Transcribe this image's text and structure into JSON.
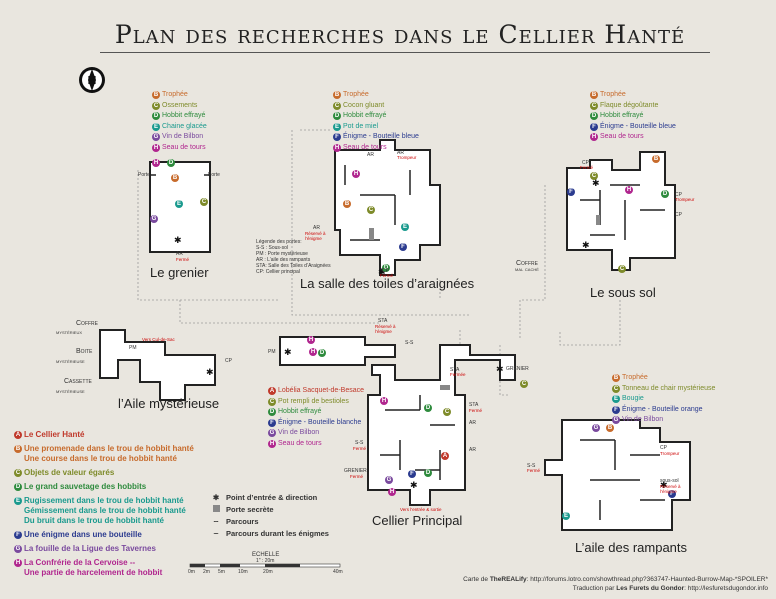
{
  "title": "Plan des recherches dans le Cellier Hanté",
  "colors": {
    "A": "#c0392b",
    "B": "#c76b2c",
    "C": "#7e8b2a",
    "D": "#2e8b3d",
    "E": "#1a9a8e",
    "F": "#2b3b8f",
    "G": "#7a4a9e",
    "H": "#b0268e"
  },
  "rooms": {
    "grenier": "Le grenier",
    "toiles": "La salle des toiles d’araignées",
    "sous_sol": "Le sous sol",
    "aile_myst": "l’Aile mystérieuse",
    "cellier": "Cellier Principal",
    "rampants": "L’aile des rampants"
  },
  "legend_grenier": [
    {
      "letter": "B",
      "text": "Trophée"
    },
    {
      "letter": "C",
      "text": "Ossements"
    },
    {
      "letter": "D",
      "text": "Hobbit effrayé"
    },
    {
      "letter": "E",
      "text": "Chaine glacée"
    },
    {
      "letter": "G",
      "text": "Vin de Bilbon"
    },
    {
      "letter": "H",
      "text": "Seau de tours"
    }
  ],
  "legend_toiles": [
    {
      "letter": "B",
      "text": "Trophée"
    },
    {
      "letter": "C",
      "text": "Cocon gluant"
    },
    {
      "letter": "D",
      "text": "Hobbit effrayé"
    },
    {
      "letter": "E",
      "text": "Pot de miel"
    },
    {
      "letter": "F",
      "text": "Énigme - Bouteille bleue"
    },
    {
      "letter": "H",
      "text": "Seau de tours"
    }
  ],
  "legend_soussol": [
    {
      "letter": "B",
      "text": "Trophée"
    },
    {
      "letter": "C",
      "text": "Flaque dégoûtante"
    },
    {
      "letter": "D",
      "text": "Hobbit effrayé"
    },
    {
      "letter": "F",
      "text": "Énigme - Bouteille bleue"
    },
    {
      "letter": "H",
      "text": "Seau de tours"
    }
  ],
  "legend_cellier": [
    {
      "letter": "A",
      "text": "Lobélia Sacquet-de-Besace"
    },
    {
      "letter": "C",
      "text": "Pot rempli de bestioles"
    },
    {
      "letter": "D",
      "text": "Hobbit effrayé"
    },
    {
      "letter": "F",
      "text": "Énigme - Bouteille blanche"
    },
    {
      "letter": "G",
      "text": "Vin de Bilbon"
    },
    {
      "letter": "H",
      "text": "Seau de tours"
    }
  ],
  "legend_rampants": [
    {
      "letter": "B",
      "text": "Trophée"
    },
    {
      "letter": "C",
      "text": "Tonneau de chair mystérieuse"
    },
    {
      "letter": "E",
      "text": "Bougie"
    },
    {
      "letter": "F",
      "text": "Énigme - Bouteille orange"
    },
    {
      "letter": "G",
      "text": "Vin de Bilbon"
    }
  ],
  "main_legend": [
    {
      "letter": "A",
      "lines": [
        "Le Cellier Hanté"
      ]
    },
    {
      "letter": "B",
      "lines": [
        "Une promenade dans le trou de hobbit hanté",
        "Une course dans le trou de hobbit hanté"
      ]
    },
    {
      "letter": "C",
      "lines": [
        "Objets de valeur égarés"
      ]
    },
    {
      "letter": "D",
      "lines": [
        "Le grand sauvetage des hobbits"
      ]
    },
    {
      "letter": "E",
      "lines": [
        "Rugissement dans le trou de hobbit hanté",
        "Gémissement dans le trou de hobbit hanté",
        "Du bruit dans le trou de hobbit hanté"
      ]
    },
    {
      "letter": "F",
      "lines": [
        "Une énigme dans une bouteille"
      ]
    },
    {
      "letter": "G",
      "lines": [
        "La fouille de la Ligue des Tavernes"
      ]
    },
    {
      "letter": "H",
      "lines": [
        "La Confrérie de la Cervoise --",
        "Une partie de harcelement de hobbit"
      ]
    }
  ],
  "symbol_legend": {
    "entry": "Point d’entrée & direction",
    "secret": "Porte secrète",
    "path": "Parcours",
    "path_enigma": "Parcours durant les énigmes"
  },
  "door_legend": {
    "title": "Légende des portes:",
    "lines": [
      "S-S : Sous-sol",
      "PM : Porte mystérieuse",
      "AR : L’aile des rampants",
      "STA: Salle des Toiles d’Araignées",
      "CP: Cellier principal"
    ]
  },
  "coffre": {
    "top1": "Coffre",
    "top2": "mystérieux",
    "mid1": "Boite",
    "mid2": "mystérieuse",
    "bot1": "Cassette",
    "bot2": "mystérieuse",
    "soussol1": "Coffre",
    "soussol2": "mal caché"
  },
  "door_labels": {
    "porte": "Porte",
    "ar": "AR",
    "ferme": "Fermé",
    "cp": "CP",
    "pm": "PM",
    "ss": "S-S",
    "sta": "STA",
    "grenier": "GRENIER",
    "sous_sol": "sous-sol",
    "fermee": "Fermée",
    "trompeur": "Trompeur",
    "reserve": "Réservé à l’énigme",
    "vers_cul": "Vers Cul-de-Sac",
    "vers_entree": "Vers l’entrée & sortie"
  },
  "scale": {
    "label": "ECHELLE",
    "sub": "1\" : 20m",
    "t0": "0m",
    "t1": "2m",
    "t2": "5m",
    "t3": "10m",
    "t4": "20m",
    "t5": "40m"
  },
  "credits": {
    "c1_pre": "Carte de ",
    "c1_author": "TheREALify",
    "c1_url": ": http://forums.lotro.com/showthread.php?363747-Haunted-Burrow-Map-*SPOILER*",
    "c2_pre": "Traduction par ",
    "c2_author": "Les Furets du Gondor",
    "c2_url": ": http://lesfuretsdugondor.info"
  },
  "compass": "N"
}
